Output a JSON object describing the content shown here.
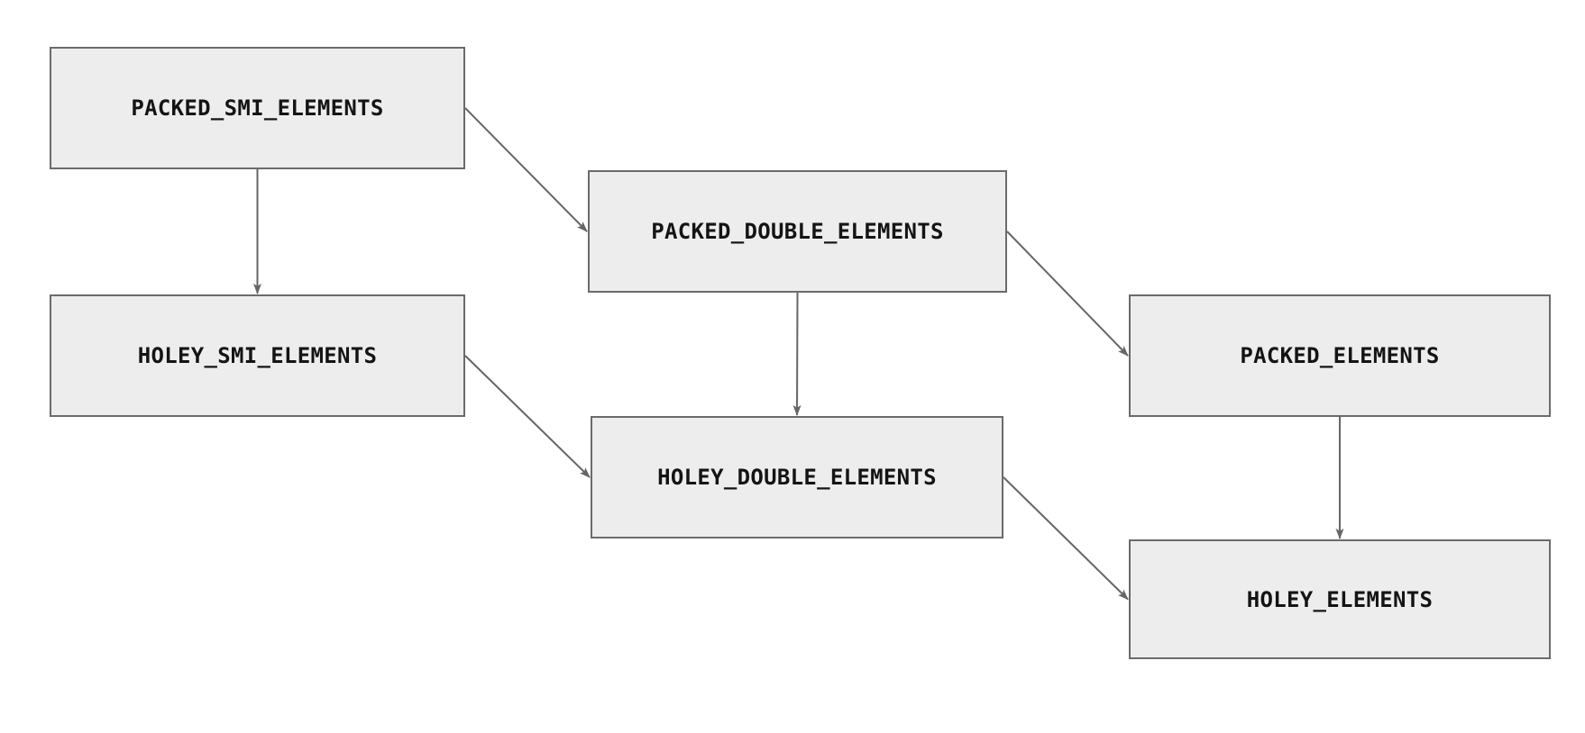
{
  "diagram": {
    "nodes": [
      {
        "id": "packed_smi",
        "label": "PACKED_SMI_ELEMENTS"
      },
      {
        "id": "packed_double",
        "label": "PACKED_DOUBLE_ELEMENTS"
      },
      {
        "id": "holey_smi",
        "label": "HOLEY_SMI_ELEMENTS"
      },
      {
        "id": "packed_elements",
        "label": "PACKED_ELEMENTS"
      },
      {
        "id": "holey_double",
        "label": "HOLEY_DOUBLE_ELEMENTS"
      },
      {
        "id": "holey_elements",
        "label": "HOLEY_ELEMENTS"
      }
    ],
    "edges": [
      {
        "from": "packed_smi",
        "to": "holey_smi"
      },
      {
        "from": "packed_smi",
        "to": "packed_double"
      },
      {
        "from": "packed_double",
        "to": "holey_double"
      },
      {
        "from": "packed_double",
        "to": "packed_elements"
      },
      {
        "from": "holey_smi",
        "to": "holey_double"
      },
      {
        "from": "holey_double",
        "to": "holey_elements"
      },
      {
        "from": "packed_elements",
        "to": "holey_elements"
      }
    ],
    "colors": {
      "background": "#ffffff",
      "node_fill": "#ededed",
      "node_border": "#6b6b6b",
      "arrow": "#666666",
      "text": "#141414"
    }
  }
}
